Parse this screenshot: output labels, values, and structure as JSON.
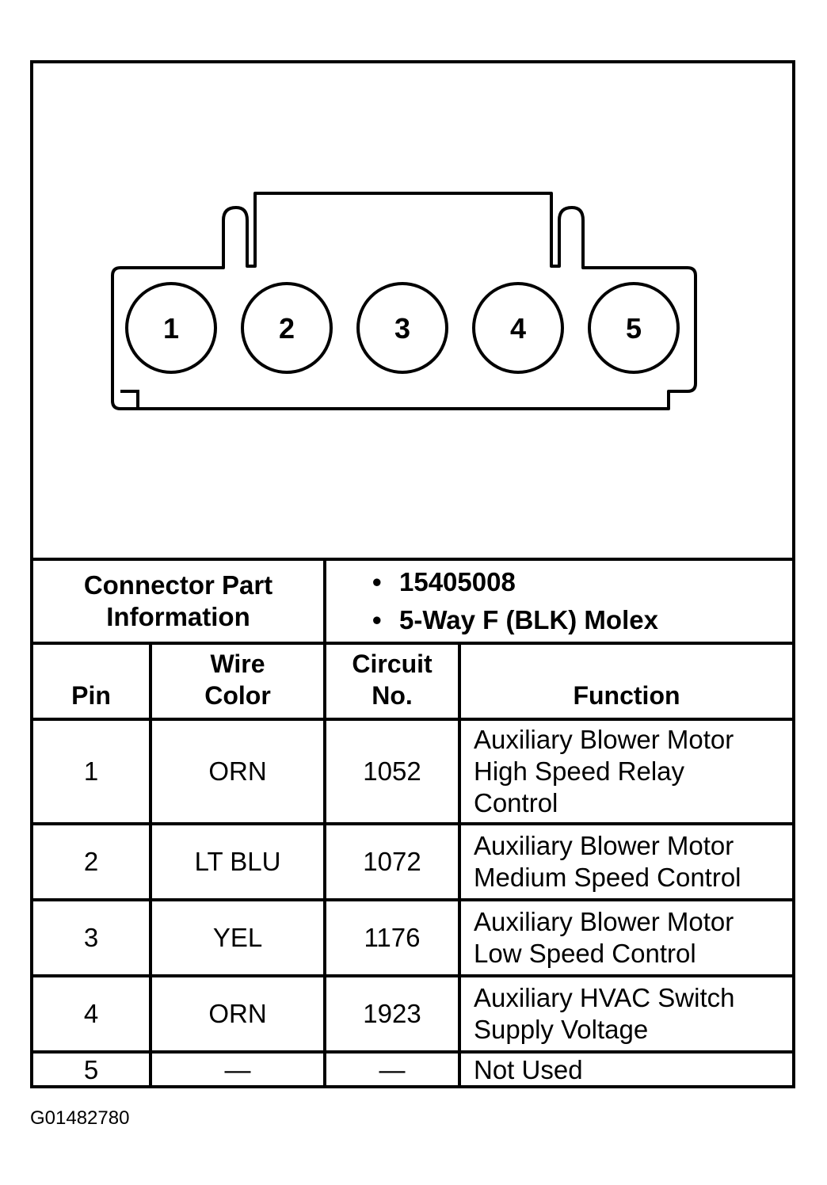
{
  "connector": {
    "pins": [
      "1",
      "2",
      "3",
      "4",
      "5"
    ]
  },
  "info": {
    "label_line1": "Connector Part",
    "label_line2": "Information",
    "bullet": "•",
    "items": [
      "15405008",
      "5-Way F (BLK) Molex"
    ]
  },
  "table": {
    "headers": {
      "pin": "Pin",
      "wire_color_line1": "Wire",
      "wire_color_line2": "Color",
      "circuit_line1": "Circuit",
      "circuit_line2": "No.",
      "function": "Function"
    },
    "rows": [
      {
        "pin": "1",
        "wire_color": "ORN",
        "circuit": "1052",
        "function_lines": [
          "Auxiliary Blower Motor",
          "High Speed Relay",
          "Control"
        ]
      },
      {
        "pin": "2",
        "wire_color": "LT BLU",
        "circuit": "1072",
        "function_lines": [
          "Auxiliary Blower Motor",
          "Medium Speed Control"
        ]
      },
      {
        "pin": "3",
        "wire_color": "YEL",
        "circuit": "1176",
        "function_lines": [
          "Auxiliary Blower Motor",
          "Low Speed Control"
        ]
      },
      {
        "pin": "4",
        "wire_color": "ORN",
        "circuit": "1923",
        "function_lines": [
          "Auxiliary HVAC Switch",
          "Supply Voltage"
        ]
      },
      {
        "pin": "5",
        "wire_color": "—",
        "circuit": "—",
        "function_lines": [
          "Not Used"
        ]
      }
    ]
  },
  "figure_id": "G01482780"
}
